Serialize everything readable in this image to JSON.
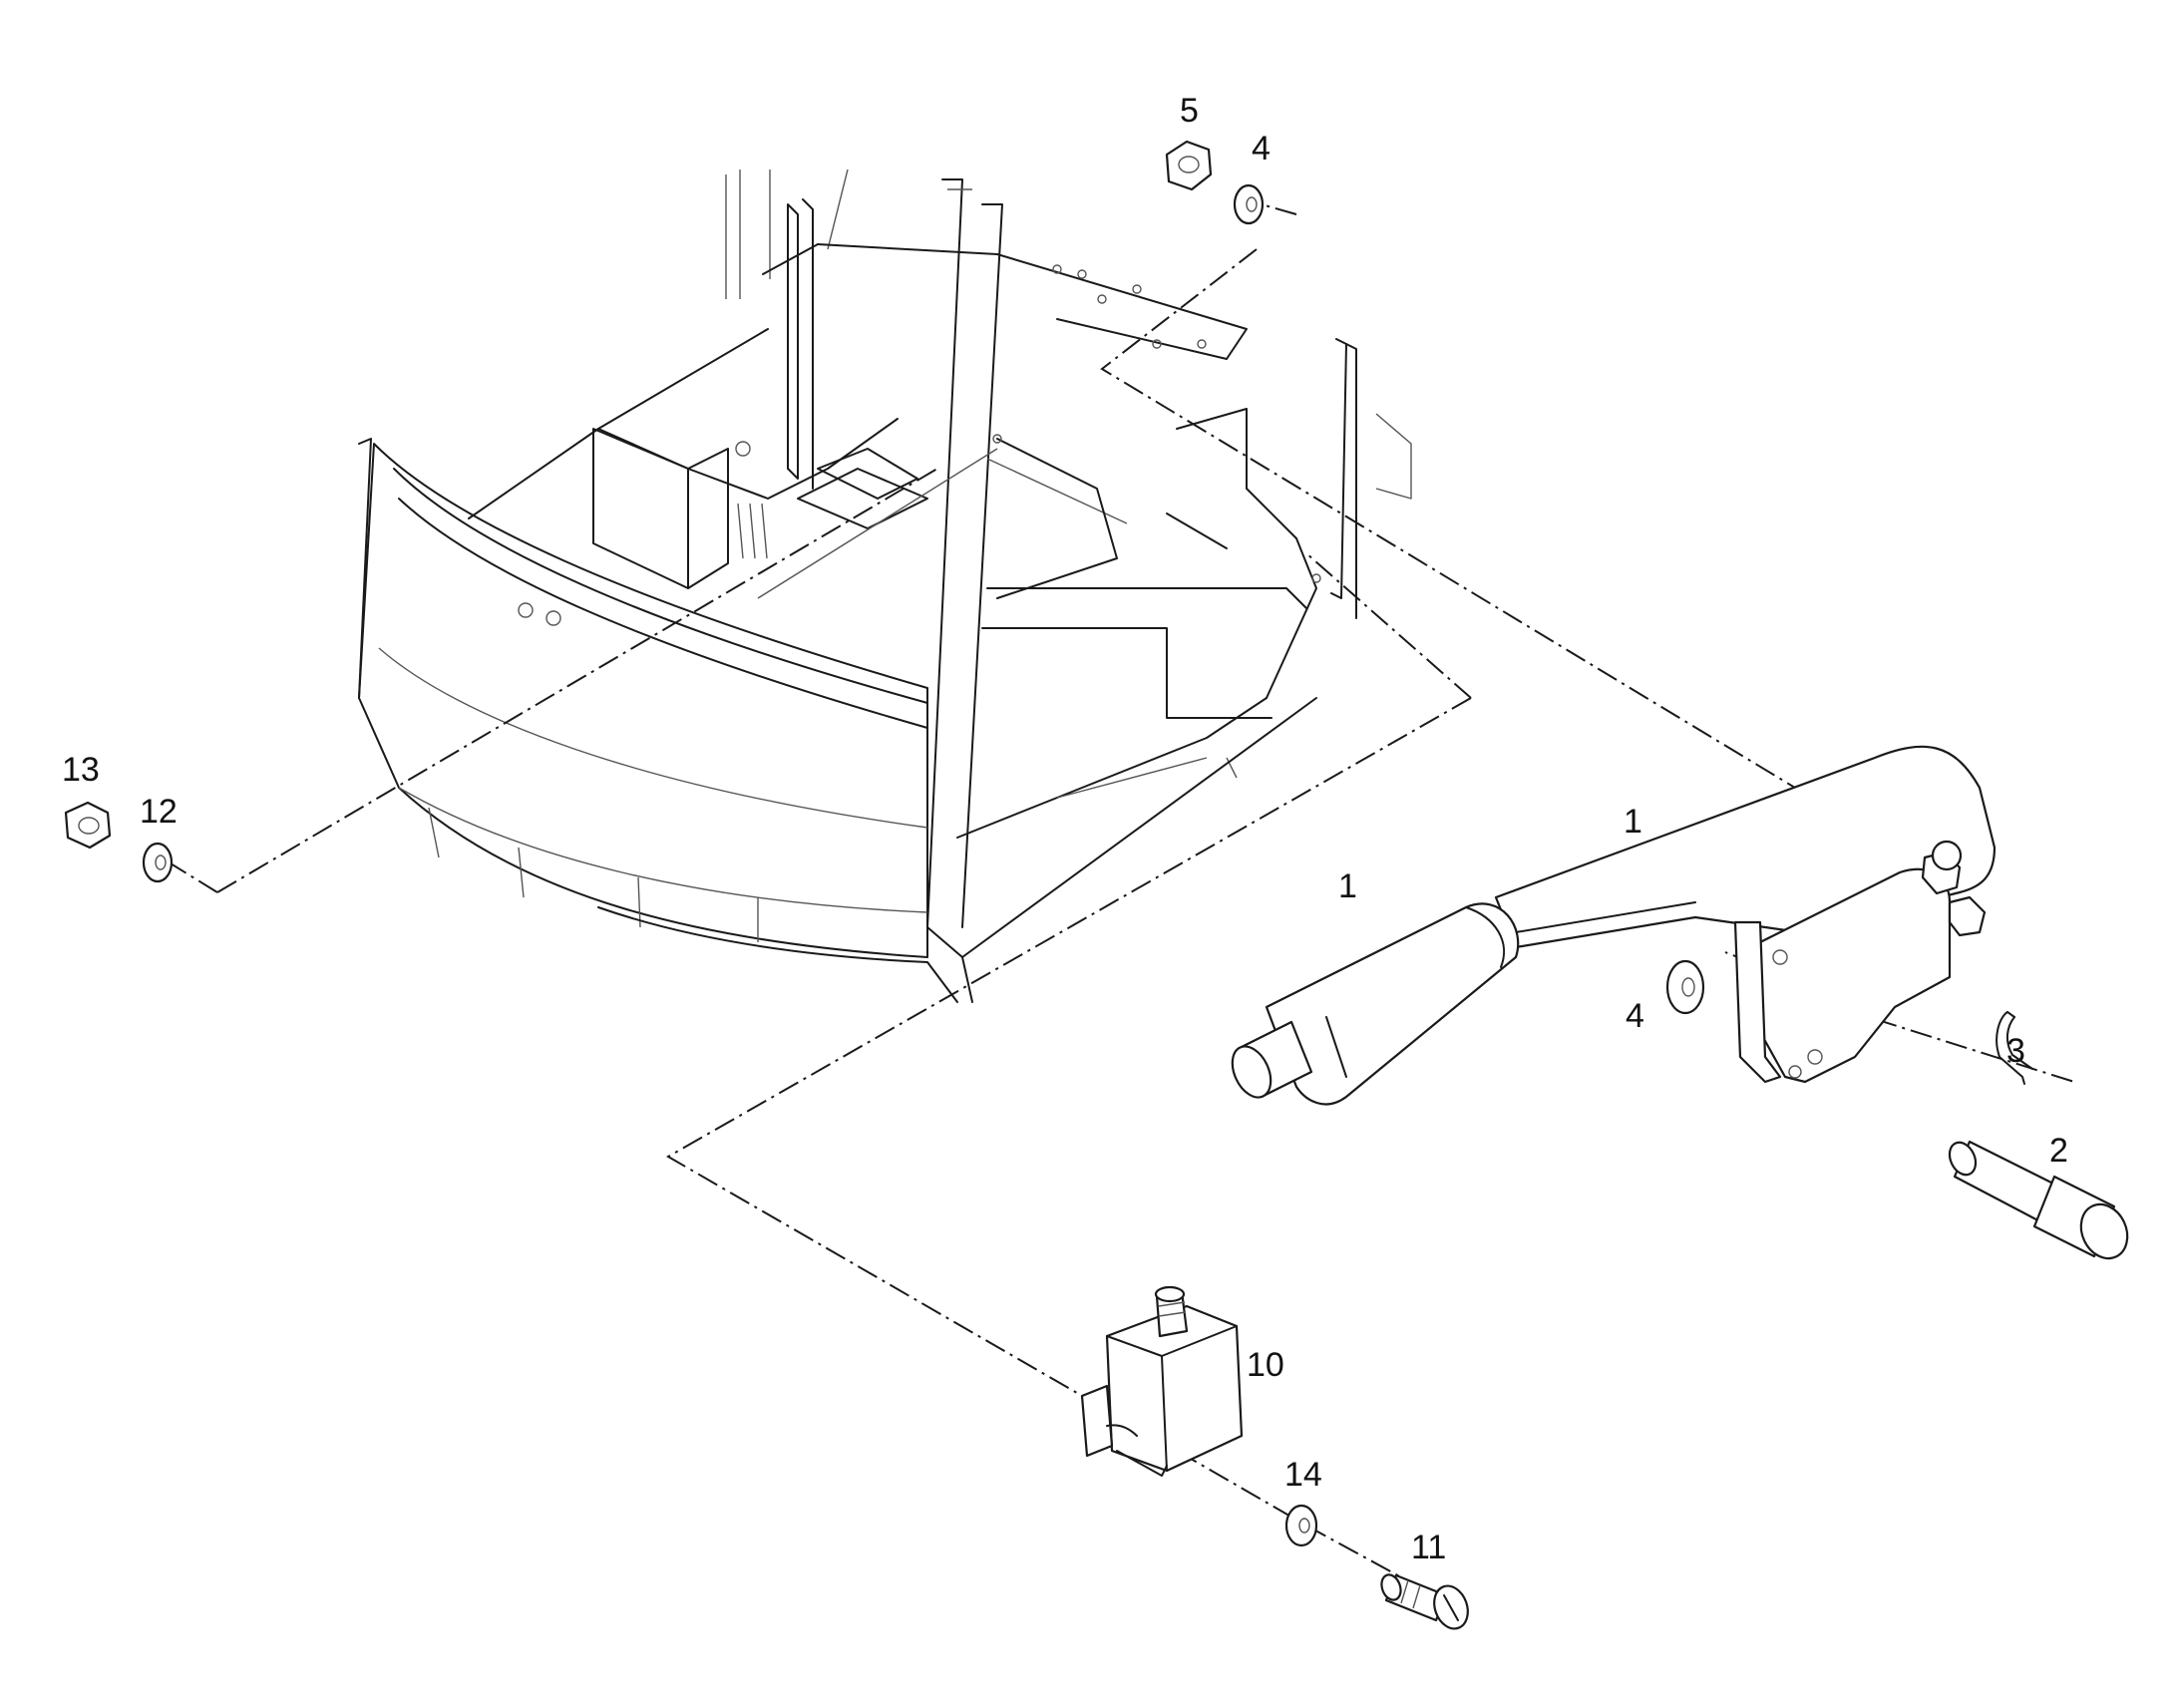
{
  "callouts": {
    "c5": "5",
    "c4_top": "4",
    "c13": "13",
    "c12": "12",
    "c1_lever": "1",
    "c1_grip": "1",
    "c4_mid": "4",
    "c3": "3",
    "c2": "2",
    "c10": "10",
    "c14": "14",
    "c11": "11"
  },
  "colors": {
    "line": "#1a1a1a",
    "background": "#ffffff"
  }
}
